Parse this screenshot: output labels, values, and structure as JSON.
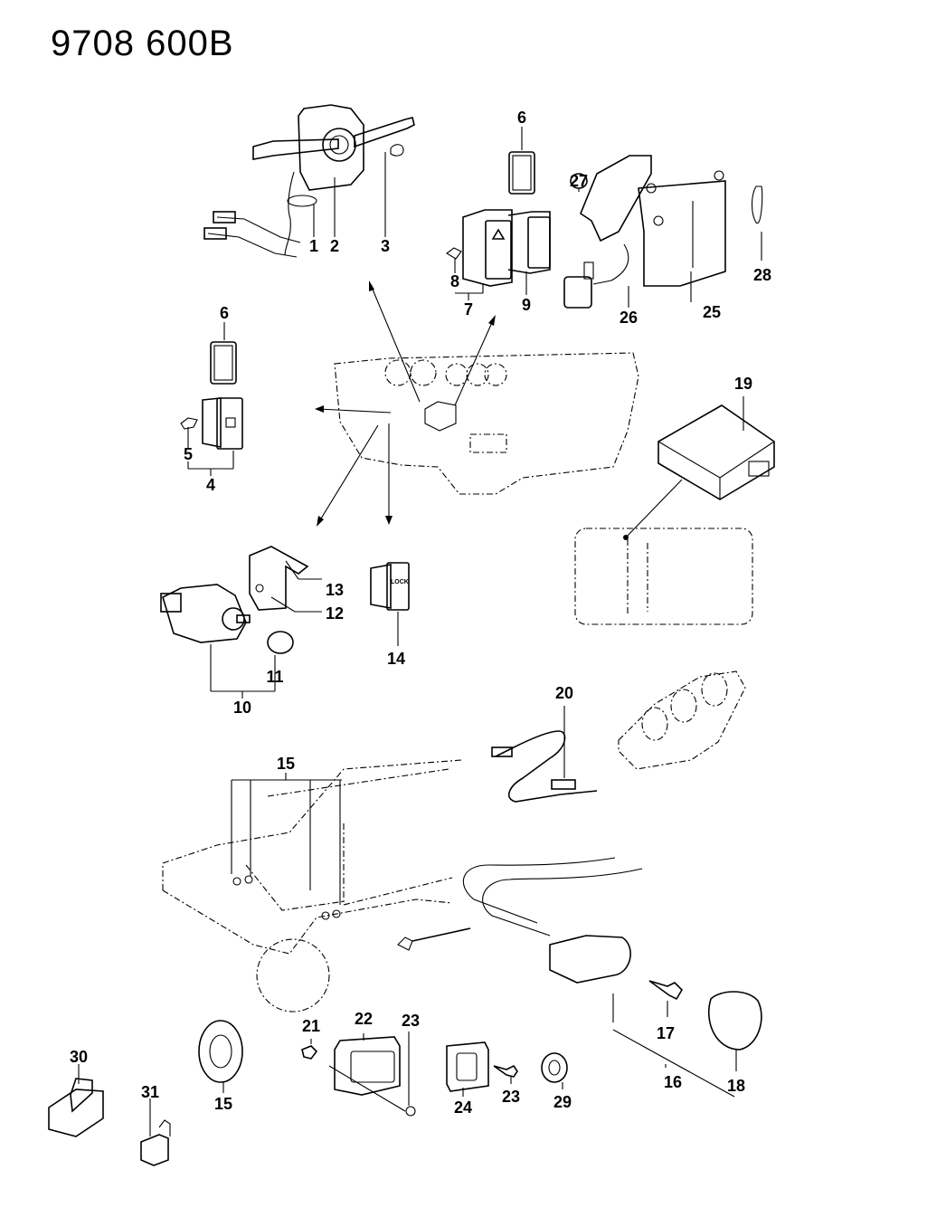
{
  "diagram": {
    "title": "9708 600B",
    "callouts": {
      "c1": "1",
      "c2": "2",
      "c3": "3",
      "c4": "4",
      "c5": "5",
      "c6a": "6",
      "c6b": "6",
      "c7": "7",
      "c8": "8",
      "c9": "9",
      "c10": "10",
      "c11": "11",
      "c12": "12",
      "c13": "13",
      "c14": "14",
      "c15a": "15",
      "c15b": "15",
      "c16": "16",
      "c17": "17",
      "c18": "18",
      "c19": "19",
      "c20": "20",
      "c21": "21",
      "c22": "22",
      "c23a": "23",
      "c23b": "23",
      "c24": "24",
      "c25": "25",
      "c26": "26",
      "c27": "27",
      "c28": "28",
      "c29": "29",
      "c30": "30",
      "c31": "31"
    },
    "switch_labels": {
      "lock": "LOCK"
    }
  }
}
